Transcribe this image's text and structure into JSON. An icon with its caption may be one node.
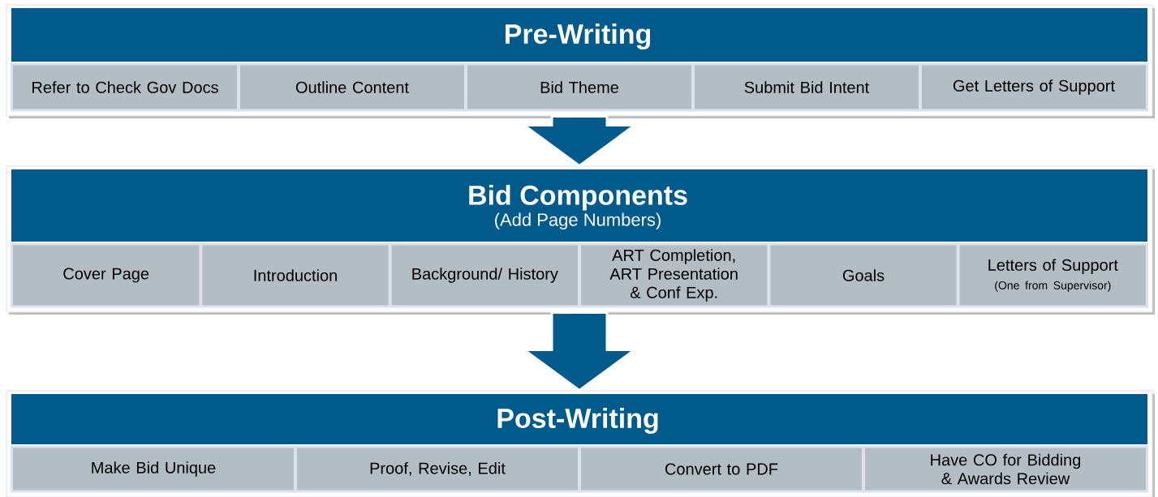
{
  "diagram": {
    "nodes": [
      {
        "text": [
          "Pre-Writing"
        ]
      },
      {
        "text": [
          "Refer to Check Gov Docs"
        ],
        "in": 0
      },
      {
        "text": [
          "Outline Content"
        ],
        "in": 0
      },
      {
        "text": [
          "Bid Theme"
        ],
        "in": 0
      },
      {
        "text": [
          "Submit Bid Intent"
        ],
        "in": 0
      },
      {
        "text": [
          "Get Letters of Support"
        ],
        "in": 0
      },
      {
        "text": [
          "Bid Components",
          "(Add Page Numbers)"
        ]
      },
      {
        "text": [
          "Cover Page"
        ],
        "in": 6
      },
      {
        "text": [
          "Introduction"
        ],
        "in": 6
      },
      {
        "text": [
          "Background/ History"
        ],
        "in": 6
      },
      {
        "text": [
          "ART Completion, ART Presentation & Conf Exp."
        ],
        "in": 6
      },
      {
        "text": [
          "Goals"
        ],
        "in": 6
      },
      {
        "text": [
          "Letters of Support",
          "(One from Supervisor)"
        ],
        "in": 6
      },
      {
        "text": [
          "Post-Writing"
        ]
      },
      {
        "text": [
          "Make Bid Unique"
        ],
        "in": 13
      },
      {
        "text": [
          "Proof, Revise, Edit"
        ],
        "in": 13
      },
      {
        "text": [
          "Convert to PDF"
        ],
        "in": 13
      },
      {
        "text": [
          "Have CO for Bidding & Awards Review"
        ],
        "in": 13
      }
    ],
    "edges": [
      {
        "from": 0,
        "to": 6,
        "arrow": "to"
      },
      {
        "from": 6,
        "to": 13,
        "arrow": "to"
      }
    ]
  }
}
